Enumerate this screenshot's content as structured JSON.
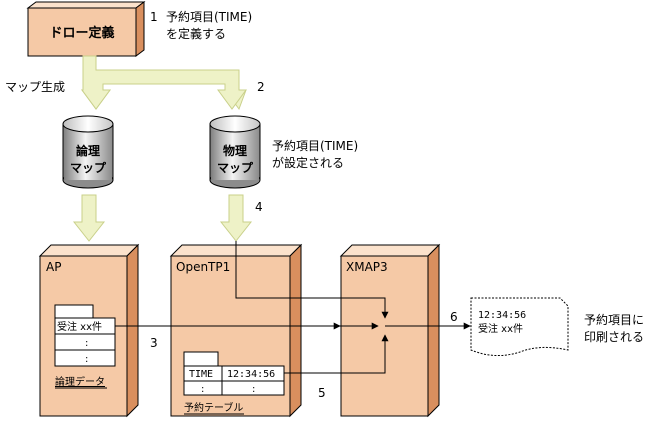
{
  "colors": {
    "box_face": "#f5c9a6",
    "box_side": "#d98f5e",
    "arrow_fill": "#eef2c7",
    "arrow_stroke": "#c9d08a",
    "cyl_light": "#f2f2f2",
    "cyl_dark": "#8a8a8a"
  },
  "labels": {
    "draw_def": "ドロー定義",
    "step1_num": "1",
    "step1_line1": "予約項目(TIME)",
    "step1_line2": "を定義する",
    "map_gen": "マップ生成",
    "step2_num": "2",
    "logical_map_1": "論理",
    "logical_map_2": "マップ",
    "physical_map_1": "物理",
    "physical_map_2": "マップ",
    "phys_note_1": "予約項目(TIME)",
    "phys_note_2": "が設定される",
    "step4_num": "4",
    "ap": "AP",
    "opentp1": "OpenTP1",
    "xmap3": "XMAP3",
    "order_row": "受注 xx件",
    "colon": ":",
    "logical_data": "論理データ",
    "step3_num": "3",
    "time_label": "TIME",
    "time_value": "12:34:56",
    "reserve_table": "予約テーブル",
    "step5_num": "5",
    "step6_num": "6",
    "doc_line1": "12:34:56",
    "doc_line2": "受注 xx件",
    "print_note_1": "予約項目に",
    "print_note_2": "印刷される"
  }
}
